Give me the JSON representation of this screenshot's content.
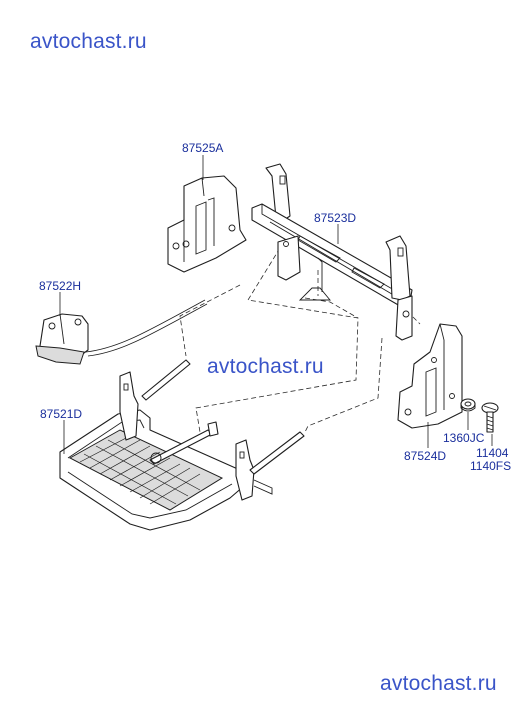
{
  "watermarks": {
    "top": "avtochast.ru",
    "middle": "avtochast.ru",
    "bottom": "avtochast.ru"
  },
  "callouts": {
    "p87525A": "87525A",
    "p87523D": "87523D",
    "p87522H": "87522H",
    "p87521D": "87521D",
    "p87524D": "87524D",
    "p1360JC": "1360JC",
    "p11404": "11404",
    "p1140FS": "1140FS"
  }
}
